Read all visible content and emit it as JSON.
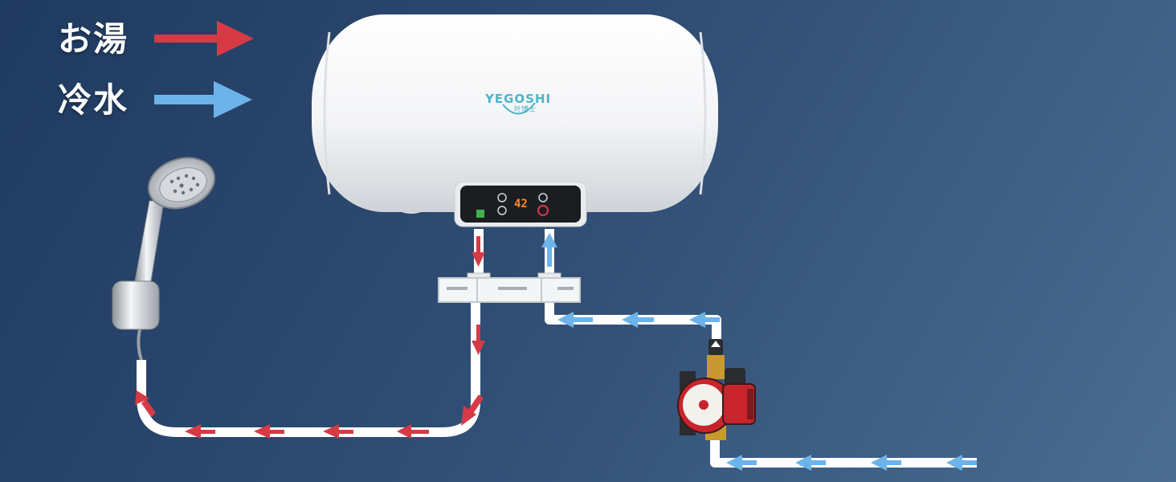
{
  "legend": {
    "hot_label": "お湯",
    "cold_label": "冷水"
  },
  "heater": {
    "brand": "YEGOSHI",
    "brand_sub": "叶博士",
    "temperature": "42"
  },
  "colors": {
    "hot": "#d63a44",
    "cold": "#6cb3ea",
    "pipe": "#ffffff",
    "background_start": "#1f3a5f",
    "background_end": "#4a6d92"
  },
  "icons": [
    "hot-arrow-icon",
    "cold-arrow-icon",
    "shower-head-icon",
    "circulation-pump-icon",
    "mixing-valve-icon"
  ]
}
